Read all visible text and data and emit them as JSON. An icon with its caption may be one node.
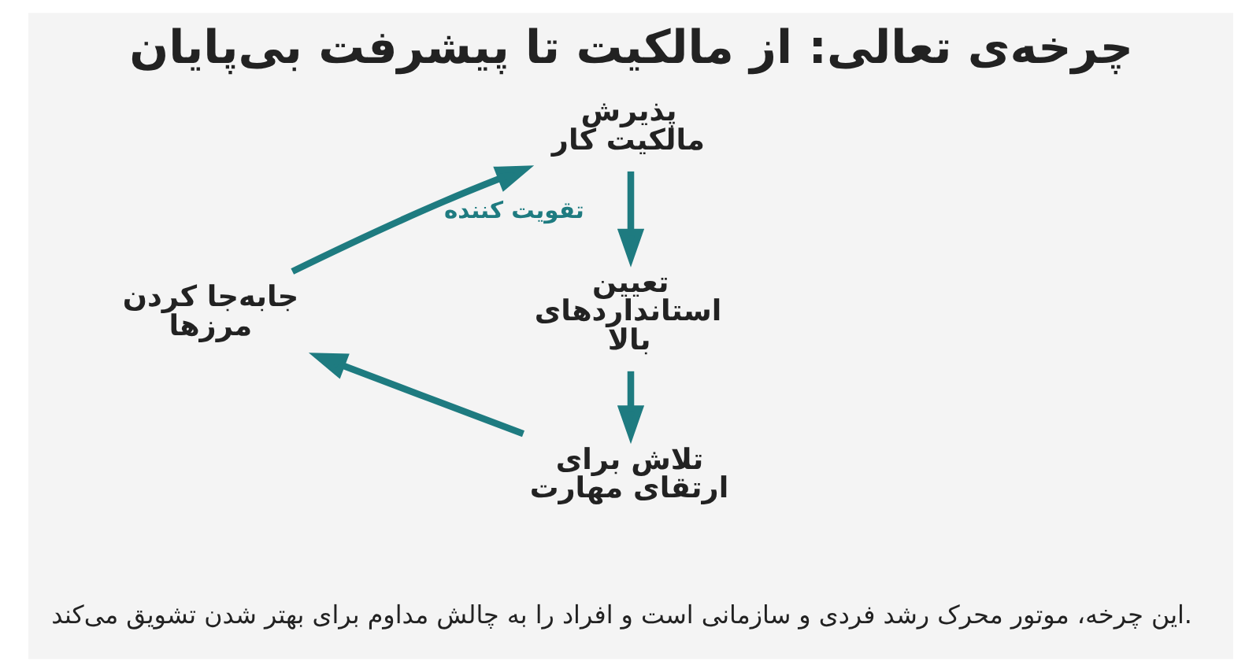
{
  "diagram": {
    "title": "چرخه‌ی تعالی: از مالکیت تا پیشرفت بی‌پایان",
    "caption": "این چرخه، موتور محرک رشد فردی و سازمانی است و افراد را به چالش مداوم برای بهتر شدن تشویق می‌کند.",
    "nodes": [
      {
        "text": [
          "پذیرش مالکیت کار"
        ]
      },
      {
        "text": [
          "تعیین استانداردهای بالا"
        ]
      },
      {
        "text": [
          "تلاش برای ارتقای مهارت"
        ]
      },
      {
        "text": [
          "جابه‌جا کردن مرزها"
        ]
      }
    ],
    "edges": [
      {
        "from": 0,
        "to": 1,
        "arrow": "to"
      },
      {
        "from": 1,
        "to": 2,
        "arrow": "to"
      },
      {
        "from": 2,
        "to": 3,
        "arrow": "to"
      },
      {
        "from": 3,
        "to": 0,
        "arrow": "to",
        "label": "تقویت کننده"
      }
    ]
  }
}
